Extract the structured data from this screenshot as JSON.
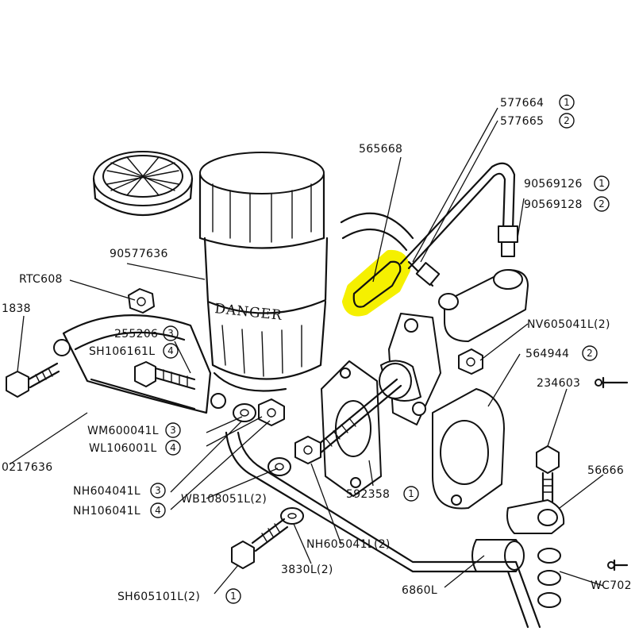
{
  "colors": {
    "ink": "#111111",
    "highlight": "#f5f000",
    "paper": "#ffffff"
  },
  "reservoir": {
    "warning_text": "DANGER"
  },
  "labels": {
    "l577664": {
      "code": "577664",
      "ref": "1"
    },
    "l577665": {
      "code": "577665",
      "ref": "2"
    },
    "l565668": {
      "code": "565668",
      "ref": ""
    },
    "l90569126": {
      "code": "90569126",
      "ref": "1"
    },
    "l90569128": {
      "code": "90569128",
      "ref": "2"
    },
    "l90577636": {
      "code": "90577636",
      "ref": ""
    },
    "lRTC608": {
      "code": "RTC608",
      "ref": ""
    },
    "l1838": {
      "code": "1838",
      "ref": ""
    },
    "l255206": {
      "code": "255206",
      "ref": "3"
    },
    "lSH106161L": {
      "code": "SH106161L",
      "ref": "4"
    },
    "lNV605041L": {
      "code": "NV605041L(2)",
      "ref": ""
    },
    "l564944": {
      "code": "564944",
      "ref": "2"
    },
    "l234603": {
      "code": "234603",
      "ref": ""
    },
    "lWM600041L": {
      "code": "WM600041L",
      "ref": "3"
    },
    "lWL106001L": {
      "code": "WL106001L",
      "ref": "4"
    },
    "l0217636": {
      "code": "0217636",
      "ref": ""
    },
    "lNH604041L": {
      "code": "NH604041L",
      "ref": "3"
    },
    "lNH106041L": {
      "code": "NH106041L",
      "ref": "4"
    },
    "lWB108051L": {
      "code": "WB108051L(2)",
      "ref": ""
    },
    "l592358": {
      "code": "592358",
      "ref": "1"
    },
    "l56666": {
      "code": "56666",
      "ref": ""
    },
    "lNH605041L": {
      "code": "NH605041L(2)",
      "ref": ""
    },
    "l3830L": {
      "code": "3830L(2)",
      "ref": ""
    },
    "l6860L": {
      "code": "6860L",
      "ref": ""
    },
    "lWC702": {
      "code": "WC702",
      "ref": ""
    },
    "lSH605101L": {
      "code": "SH605101L(2)",
      "ref": "1"
    }
  }
}
